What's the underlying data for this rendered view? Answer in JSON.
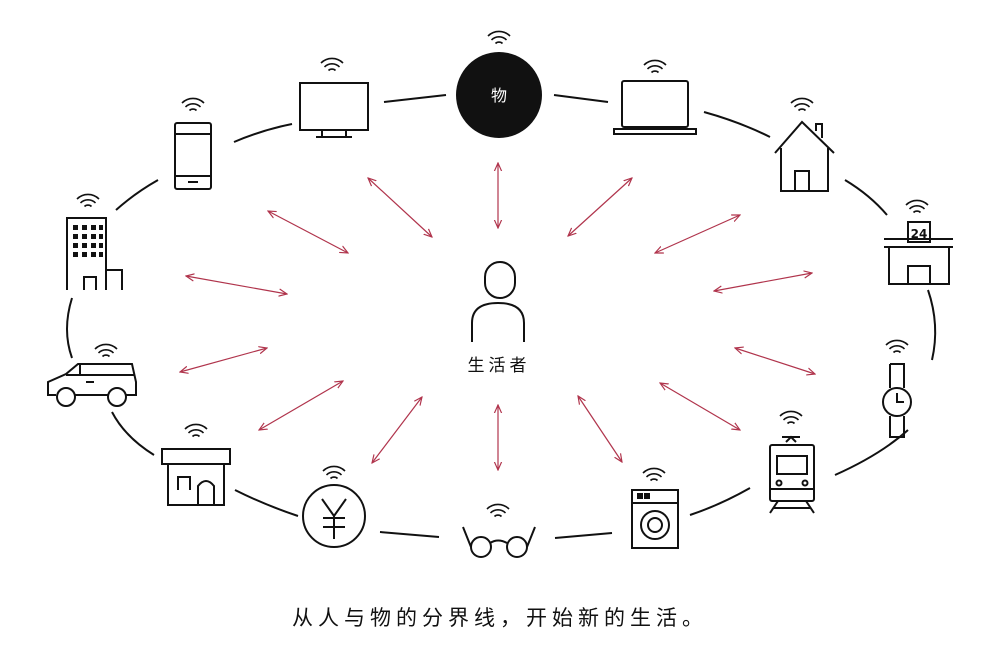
{
  "center": {
    "label": "生活者"
  },
  "hub": {
    "label": "物"
  },
  "caption": "从人与物的分界线，开始新的生活。",
  "store_sign": "24",
  "colors": {
    "arrow": "#b0344c",
    "stroke": "#111111",
    "hub_fill": "#111111",
    "hub_text": "#ffffff"
  },
  "nodes": [
    {
      "id": "hub",
      "icon": "hub-circle-icon"
    },
    {
      "id": "laptop",
      "icon": "laptop-icon"
    },
    {
      "id": "house",
      "icon": "house-icon"
    },
    {
      "id": "convenience-store",
      "icon": "convenience-store-icon"
    },
    {
      "id": "wristwatch",
      "icon": "wristwatch-icon"
    },
    {
      "id": "train",
      "icon": "train-icon"
    },
    {
      "id": "washing-machine",
      "icon": "washing-machine-icon"
    },
    {
      "id": "glasses",
      "icon": "glasses-icon"
    },
    {
      "id": "yen-coin",
      "icon": "yen-coin-icon"
    },
    {
      "id": "shop",
      "icon": "shop-icon"
    },
    {
      "id": "car",
      "icon": "car-icon"
    },
    {
      "id": "office-building",
      "icon": "office-building-icon"
    },
    {
      "id": "smartphone",
      "icon": "smartphone-icon"
    },
    {
      "id": "television",
      "icon": "television-icon"
    }
  ]
}
